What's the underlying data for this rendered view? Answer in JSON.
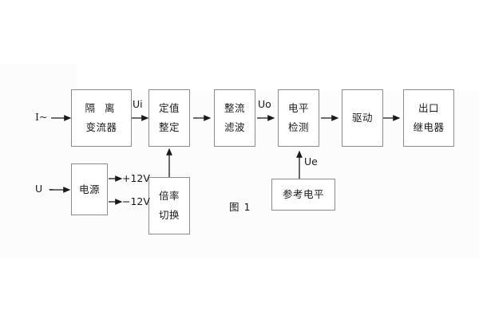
{
  "figure": {
    "caption": "图 1",
    "stroke_color": "#8c8c8c",
    "text_color": "#1a1a1a",
    "background_color": "#ffffff",
    "panel_color": "#fcfcfc"
  },
  "inputs": [
    {
      "name": "current-input",
      "label": "I~"
    },
    {
      "name": "voltage-input",
      "label": "U"
    }
  ],
  "blocks": [
    {
      "id": "isolation-transformer",
      "line1": "隔 离",
      "line2": "变流器"
    },
    {
      "id": "setpoint-adjust",
      "line1": "定值",
      "line2": "整定"
    },
    {
      "id": "rectify-filter",
      "line1": "整流",
      "line2": "滤波"
    },
    {
      "id": "level-detection",
      "line1": "电平",
      "line2": "检测"
    },
    {
      "id": "drive",
      "line1": "驱动",
      "line2": ""
    },
    {
      "id": "output-relay",
      "line1": "出口",
      "line2": "继电器"
    },
    {
      "id": "power-supply",
      "line1": "电源",
      "line2": ""
    },
    {
      "id": "multiplier-switch",
      "line1": "倍率",
      "line2": "切换"
    },
    {
      "id": "reference-level",
      "line1": "参考电平",
      "line2": ""
    }
  ],
  "signal_labels": [
    {
      "id": "ui",
      "text": "Ui"
    },
    {
      "id": "uo",
      "text": "Uo"
    },
    {
      "id": "ue",
      "text": "Ue"
    }
  ],
  "rails": [
    {
      "id": "positive-rail",
      "text": "+12V"
    },
    {
      "id": "negative-rail",
      "text": "−12V"
    }
  ]
}
